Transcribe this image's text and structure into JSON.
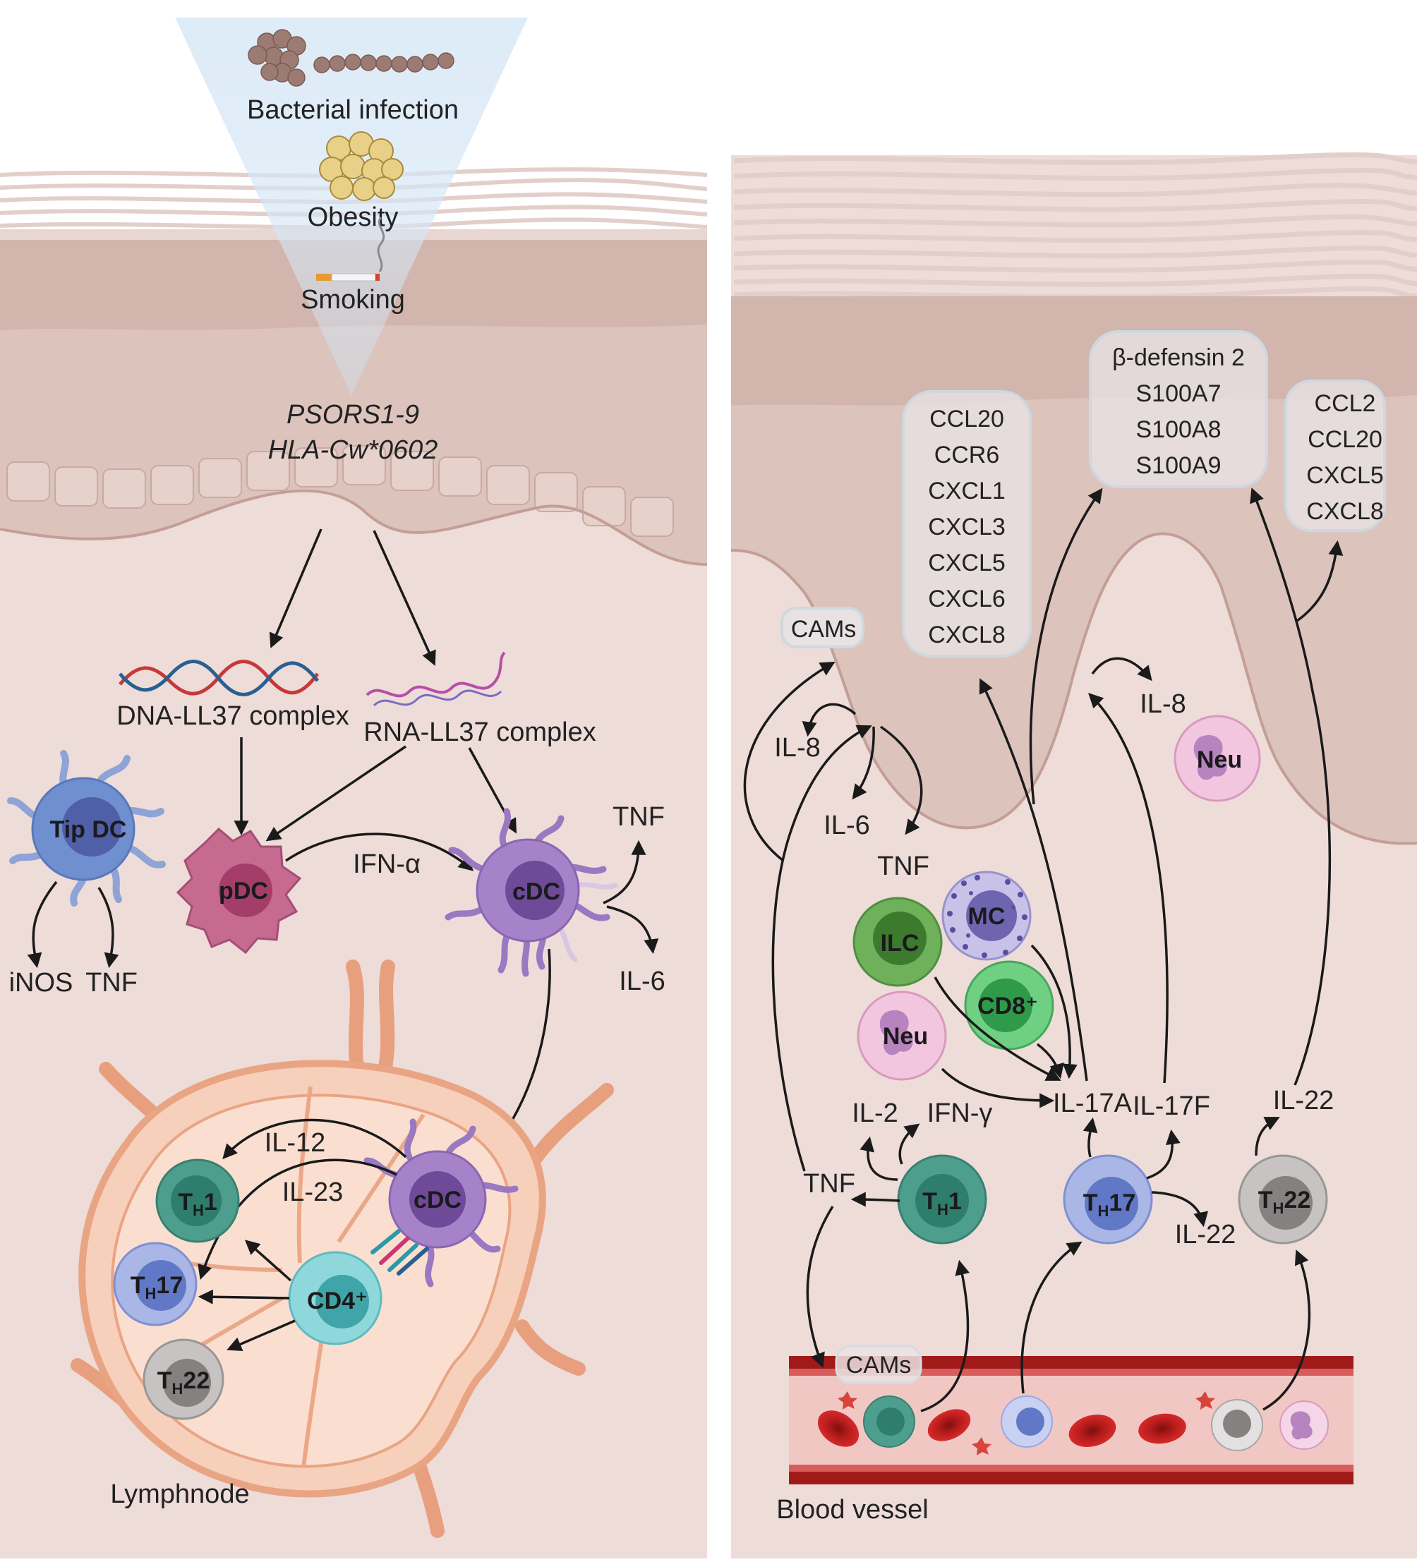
{
  "left_panel": {
    "triggers": [
      "Bacterial infection",
      "Obesity",
      "Smoking"
    ],
    "genes": [
      "PSORS1-9",
      "HLA-Cw*0602"
    ],
    "complexes": {
      "dna": "DNA-LL37 complex",
      "rna": "RNA-LL37 complex"
    },
    "cells": {
      "tip_dc": "Tip DC",
      "pdc": "pDC",
      "cdc": "cDC",
      "cdc_ln": "cDC",
      "cd4": "CD4⁺"
    },
    "cytokines": {
      "inos": "iNOS",
      "tnf_tip": "TNF",
      "ifn_a": "IFN-α",
      "tnf_cdc": "TNF",
      "il6_cdc": "IL-6",
      "il12": "IL-12",
      "il23": "IL-23"
    },
    "th_cells": [
      {
        "main": "T",
        "sub": "H",
        "rest": "1"
      },
      {
        "main": "T",
        "sub": "H",
        "rest": "17"
      },
      {
        "main": "T",
        "sub": "H",
        "rest": "22"
      }
    ],
    "lymphnode_label": "Lymphnode"
  },
  "right_panel": {
    "box1": [
      "CCL20",
      "CCR6",
      "CXCL1",
      "CXCL3",
      "CXCL5",
      "CXCL6",
      "CXCL8"
    ],
    "box2": [
      "β-defensin 2",
      "S100A7",
      "S100A8",
      "S100A9"
    ],
    "box3": [
      "CCL2",
      "CCL20",
      "CXCL5",
      "CXCL8"
    ],
    "cams_top": "CAMs",
    "cams_vessel": "CAMs",
    "cytokines": {
      "il8_left": "IL-8",
      "il6": "IL-6",
      "tnf_top": "TNF",
      "il8_right": "IL-8",
      "il2": "IL-2",
      "ifn_g": "IFN-γ",
      "il17a": "IL-17A",
      "il17f": "IL-17F",
      "il22_th22": "IL-22",
      "tnf_th1": "TNF",
      "il22_th17": "IL-22"
    },
    "cells": {
      "neu_top": "Neu",
      "ilc": "ILC",
      "mc": "MC",
      "cd8": "CD8⁺",
      "neu_mid": "Neu"
    },
    "th_cells": [
      {
        "main": "T",
        "sub": "H",
        "rest": "1"
      },
      {
        "main": "T",
        "sub": "H",
        "rest": "17"
      },
      {
        "main": "T",
        "sub": "H",
        "rest": "22"
      }
    ],
    "blood_vessel_label": "Blood vessel"
  }
}
